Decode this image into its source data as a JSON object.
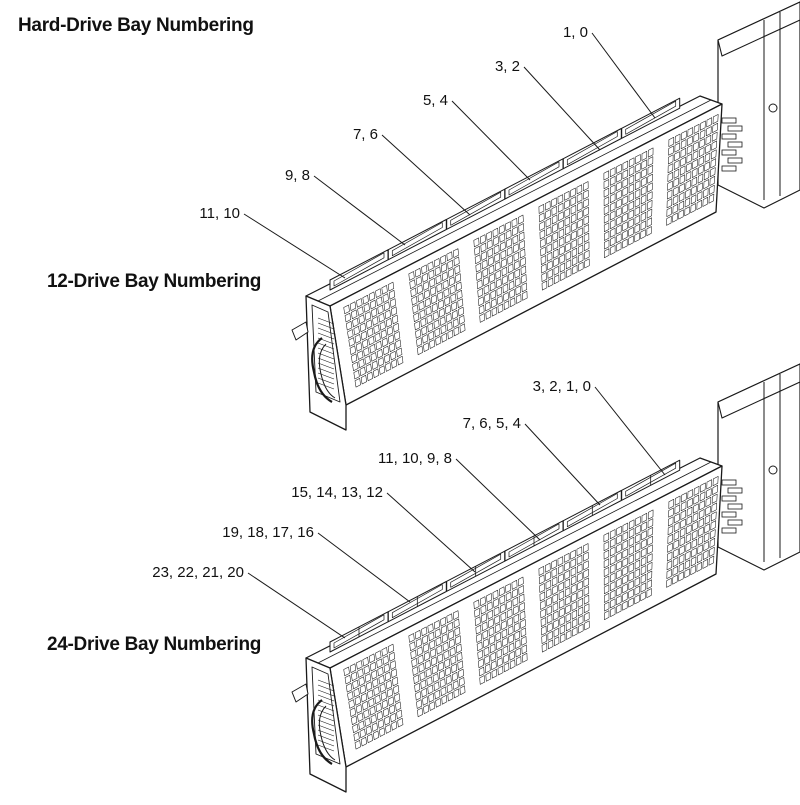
{
  "titles": {
    "main": "Hard-Drive Bay Numbering",
    "twelve": "12-Drive Bay Numbering",
    "twentyfour": "24-Drive Bay Numbering"
  },
  "twelve_bay_labels": [
    "1, 0",
    "3, 2",
    "5, 4",
    "7, 6",
    "9, 8",
    "11, 10"
  ],
  "twentyfour_bay_labels": [
    "3, 2, 1, 0",
    "7, 6, 5, 4",
    "11, 10, 9, 8",
    "15, 14, 13, 12",
    "19, 18, 17, 16",
    "23, 22, 21, 20"
  ],
  "colors": {
    "line": "#1a1a1a",
    "fill": "#ffffff",
    "text": "#111111"
  }
}
